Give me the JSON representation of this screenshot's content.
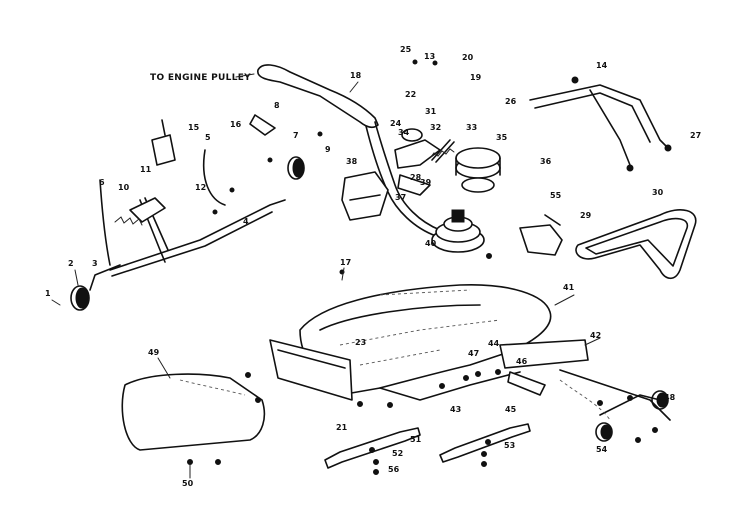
{
  "diagram": {
    "pointer_text": "TO ENGINE PULLEY",
    "callouts": [
      "1",
      "2",
      "3",
      "4",
      "5",
      "6",
      "7",
      "8",
      "9",
      "10",
      "11",
      "12",
      "13",
      "14",
      "15",
      "16",
      "17",
      "18",
      "19",
      "20",
      "21",
      "22",
      "23",
      "24",
      "25",
      "26",
      "27",
      "28",
      "29",
      "30",
      "31",
      "32",
      "33",
      "34",
      "35",
      "36",
      "37",
      "38",
      "39",
      "40",
      "41",
      "42",
      "43",
      "44",
      "45",
      "46",
      "47",
      "48",
      "49",
      "50",
      "51",
      "52",
      "53",
      "54",
      "55",
      "56"
    ]
  }
}
